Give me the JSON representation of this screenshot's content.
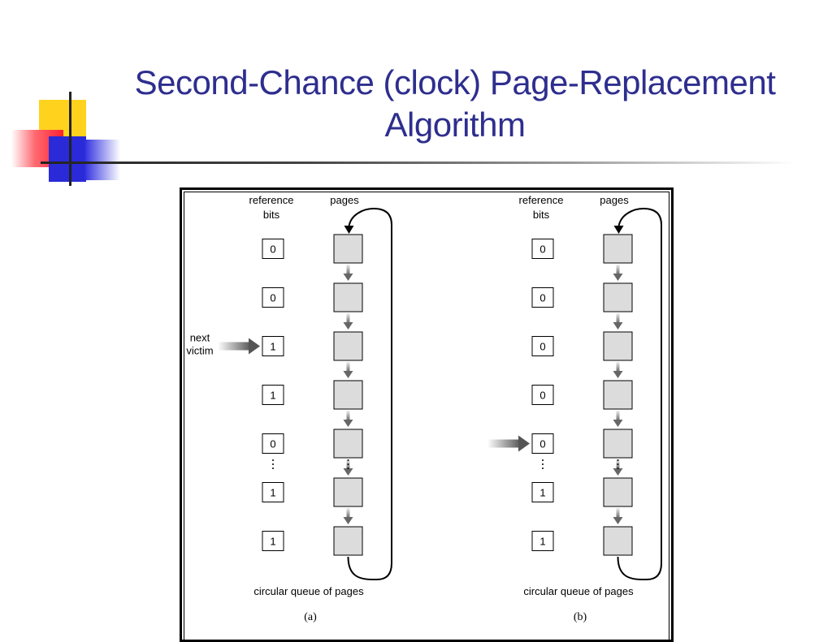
{
  "slide": {
    "title_line1": "Second-Chance (clock) Page-Replacement",
    "title_line2": "Algorithm"
  },
  "colors": {
    "title": "#2e2e8f",
    "page_box_fill": "#dcdcdc",
    "deco_yellow": "#ffd21e",
    "deco_red": "#ff2030",
    "deco_blue": "#2a2ad8"
  },
  "diagram": {
    "panels": [
      {
        "id": "a",
        "reference_bits_label_line1": "reference",
        "reference_bits_label_line2": "bits",
        "pages_label": "pages",
        "bits": [
          "0",
          "0",
          "1",
          "1",
          "0",
          "1",
          "1"
        ],
        "ellipsis_after_index": 4,
        "next_victim_index": 2,
        "next_victim_label_line1": "next",
        "next_victim_label_line2": "victim",
        "queue_label": "circular queue of pages",
        "caption": "(a)"
      },
      {
        "id": "b",
        "reference_bits_label_line1": "reference",
        "reference_bits_label_line2": "bits",
        "pages_label": "pages",
        "bits": [
          "0",
          "0",
          "0",
          "0",
          "0",
          "1",
          "1"
        ],
        "ellipsis_after_index": 4,
        "next_victim_index": 4,
        "next_victim_label_line1": "",
        "next_victim_label_line2": "",
        "queue_label": "circular queue of pages",
        "caption": "(b)"
      }
    ]
  }
}
